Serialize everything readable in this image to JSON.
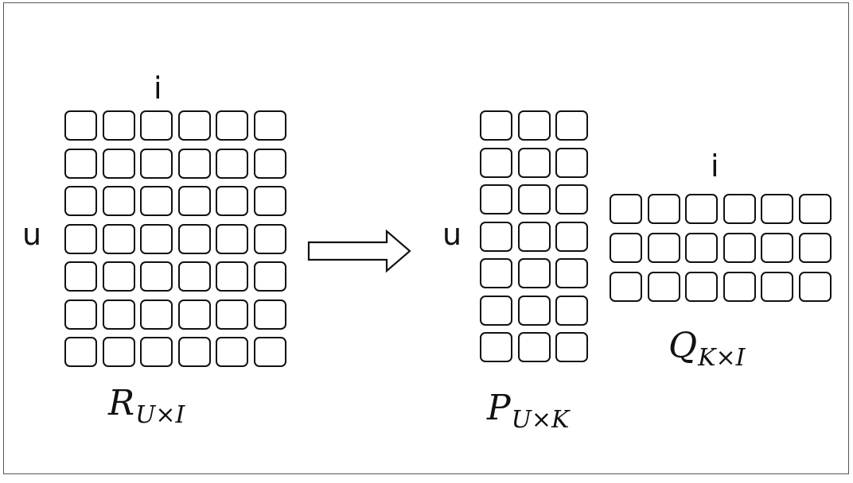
{
  "diagram": {
    "left_matrix": {
      "rows": 7,
      "cols": 6,
      "top_label": "i",
      "side_label": "u",
      "name": "R",
      "subscript": "U×I"
    },
    "p_matrix": {
      "rows": 7,
      "cols": 3,
      "side_label": "u",
      "name": "P",
      "subscript": "U×K"
    },
    "q_matrix": {
      "rows": 3,
      "cols": 6,
      "top_label": "i",
      "name": "Q",
      "subscript": "K×I"
    },
    "colors": {
      "stroke": "#111111",
      "background": "#ffffff",
      "frame": "#555555"
    },
    "arrow_icon": "right-arrow-icon"
  }
}
